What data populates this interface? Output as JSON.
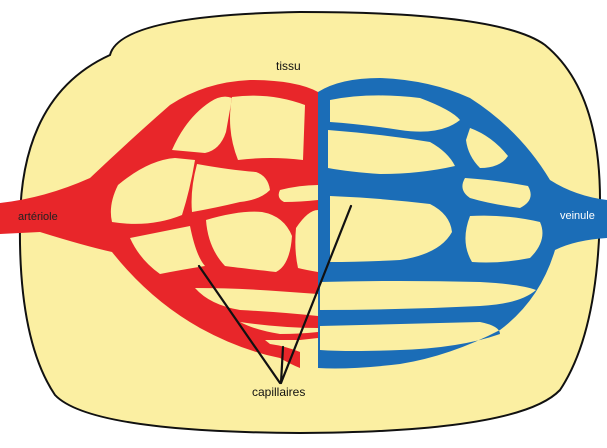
{
  "diagram": {
    "labels": {
      "tissue": "tissu",
      "arteriole": "artériole",
      "venule": "veinule",
      "capillaries": "capillaires"
    },
    "colors": {
      "tissue": "#FBEFA2",
      "arterial": "#E8262A",
      "venous": "#1B6DB7",
      "outline": "#111111",
      "pointer": "#111111"
    }
  }
}
